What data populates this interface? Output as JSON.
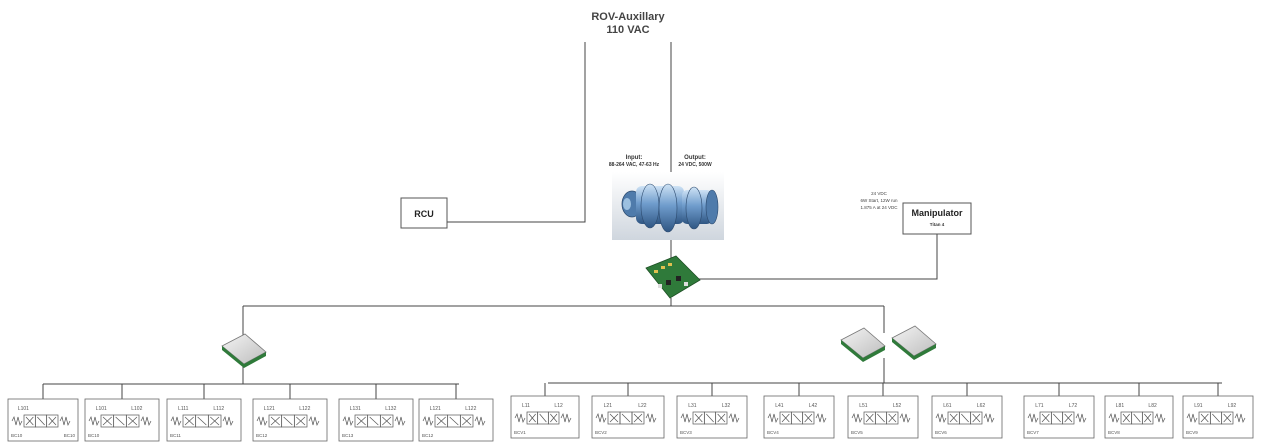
{
  "title": {
    "line1": "ROV-Auxillary",
    "line2": "110 VAC"
  },
  "power_supply": {
    "input_label": "Input:",
    "input_value": "88-264 VAC, 47-63 Hz",
    "output_label": "Output:",
    "output_value": "24 VDC, 500W"
  },
  "rcu": {
    "label": "RCU"
  },
  "manipulator": {
    "label": "Manipulator",
    "sublabel": "Titan 4",
    "spec_line1": "24 VDC",
    "spec_line2": "6W Start, 12W run",
    "spec_line3": "1.875 A at 24 VDC"
  },
  "left_valves": [
    {
      "a": "L101",
      "b": "",
      "code_left": "BC10",
      "code_right": "BC10"
    },
    {
      "a": "L101",
      "b": "L102",
      "code_left": "BC10",
      "code_right": ""
    },
    {
      "a": "L111",
      "b": "L112",
      "code_left": "BC11",
      "code_right": ""
    },
    {
      "a": "L121",
      "b": "L122",
      "code_left": "BC12",
      "code_right": ""
    },
    {
      "a": "L131",
      "b": "L132",
      "code_left": "BC13",
      "code_right": ""
    },
    {
      "a": "L121",
      "b": "L122",
      "code_left": "BC12",
      "code_right": ""
    }
  ],
  "right_valves": [
    {
      "a": "L11",
      "b": "L12",
      "code_left": "BCV1",
      "code_right": ""
    },
    {
      "a": "L21",
      "b": "L22",
      "code_left": "BCV2",
      "code_right": ""
    },
    {
      "a": "L31",
      "b": "L32",
      "code_left": "BCV3",
      "code_right": ""
    },
    {
      "a": "L41",
      "b": "L42",
      "code_left": "BCV4",
      "code_right": ""
    },
    {
      "a": "L51",
      "b": "L52",
      "code_left": "BCV5",
      "code_right": ""
    },
    {
      "a": "L61",
      "b": "L62",
      "code_left": "BCV6",
      "code_right": ""
    },
    {
      "a": "L71",
      "b": "L72",
      "code_left": "BCV7",
      "code_right": ""
    },
    {
      "a": "L81",
      "b": "L82",
      "code_left": "BCV8",
      "code_right": ""
    },
    {
      "a": "L91",
      "b": "L92",
      "code_left": "BCV9",
      "code_right": ""
    }
  ]
}
